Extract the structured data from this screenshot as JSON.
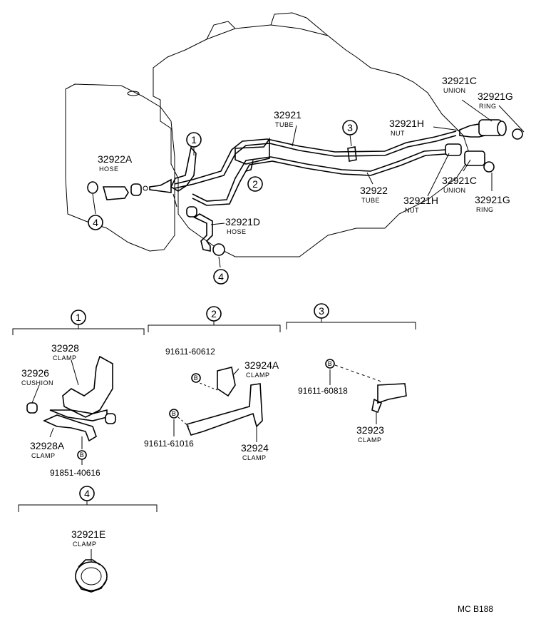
{
  "callouts": {
    "c1": "1",
    "c2": "2",
    "c3": "3",
    "c4a": "4",
    "c4b": "4",
    "s1": "1",
    "s2": "2",
    "s3": "3",
    "s4": "4"
  },
  "labels": {
    "p32921C_top": {
      "num": "32921C",
      "name": "UNION"
    },
    "p32921G_top": {
      "num": "32921G",
      "name": "RING"
    },
    "p32921": {
      "num": "32921",
      "name": "TUBE"
    },
    "p32921H_top": {
      "num": "32921H",
      "name": "NUT"
    },
    "p32922A": {
      "num": "32922A",
      "name": "HOSE"
    },
    "p32922": {
      "num": "32922",
      "name": "TUBE"
    },
    "p32921C_bot": {
      "num": "32921C",
      "name": "UNION"
    },
    "p32921H_bot": {
      "num": "32921H",
      "name": "NUT"
    },
    "p32921G_bot": {
      "num": "32921G",
      "name": "RING"
    },
    "p32921D": {
      "num": "32921D",
      "name": "HOSE"
    },
    "p32928": {
      "num": "32928",
      "name": "CLAMP"
    },
    "p32926": {
      "num": "32926",
      "name": "CUSHION"
    },
    "p32928A": {
      "num": "32928A",
      "name": "CLAMP"
    },
    "p32924A": {
      "num": "32924A",
      "name": "CLAMP"
    },
    "p32924": {
      "num": "32924",
      "name": "CLAMP"
    },
    "p32923": {
      "num": "32923",
      "name": "CLAMP"
    },
    "p32921E": {
      "num": "32921E",
      "name": "CLAMP"
    }
  },
  "codes": {
    "c91851": "91851-40616",
    "c91611_60612": "91611-60612",
    "c91611_61016": "91611-61016",
    "c91611_60818": "91611-60818"
  },
  "bolt_marker": "B",
  "figure_code": "MC B188"
}
